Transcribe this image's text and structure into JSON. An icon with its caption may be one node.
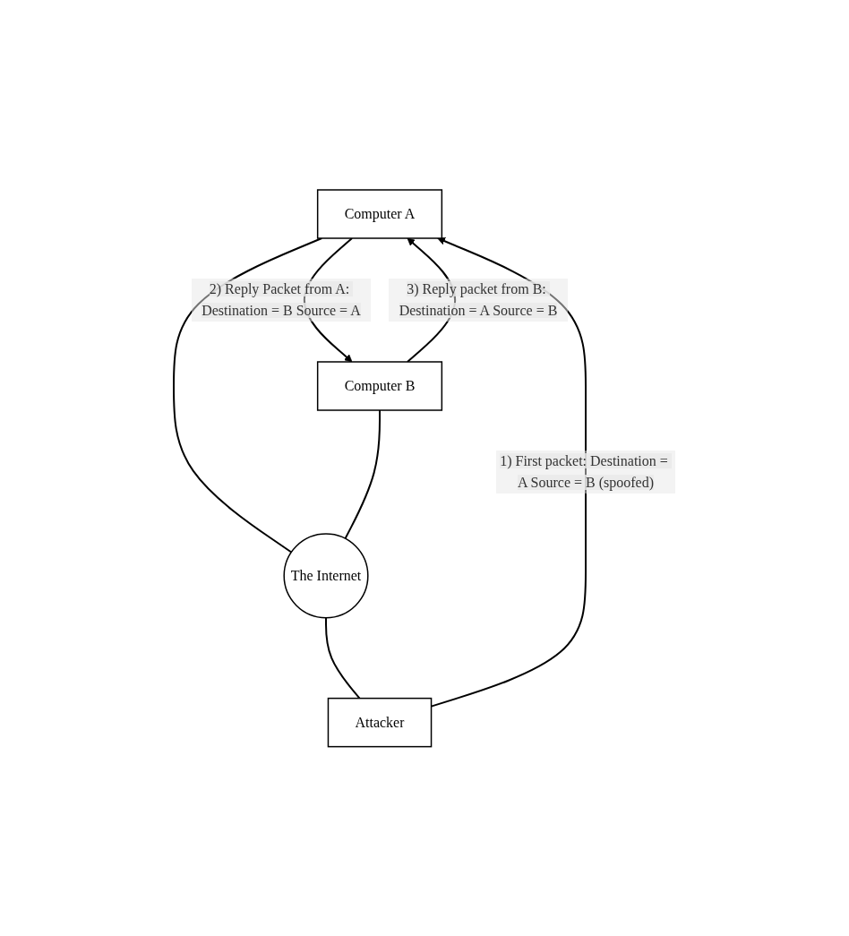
{
  "diagram": {
    "nodes": [
      {
        "text": [
          "Computer A"
        ]
      },
      {
        "text": [
          "Computer B"
        ]
      },
      {
        "text": [
          "The Internet"
        ]
      },
      {
        "text": [
          "Attacker"
        ]
      }
    ],
    "edges": [
      {
        "from": 0,
        "to": 2,
        "arrow": "none"
      },
      {
        "from": 1,
        "to": 2,
        "arrow": "none"
      },
      {
        "from": 2,
        "to": 3,
        "arrow": "none"
      },
      {
        "from": 3,
        "to": 0,
        "arrow": "to",
        "label": "1) First packet: Destination = A Source = B (spoofed)"
      },
      {
        "from": 0,
        "to": 1,
        "arrow": "to",
        "label": "2) Reply Packet from A: Destination = B Source = A"
      },
      {
        "from": 1,
        "to": 0,
        "arrow": "to",
        "label": "3) Reply packet from B: Destination = A Source = B"
      }
    ]
  }
}
